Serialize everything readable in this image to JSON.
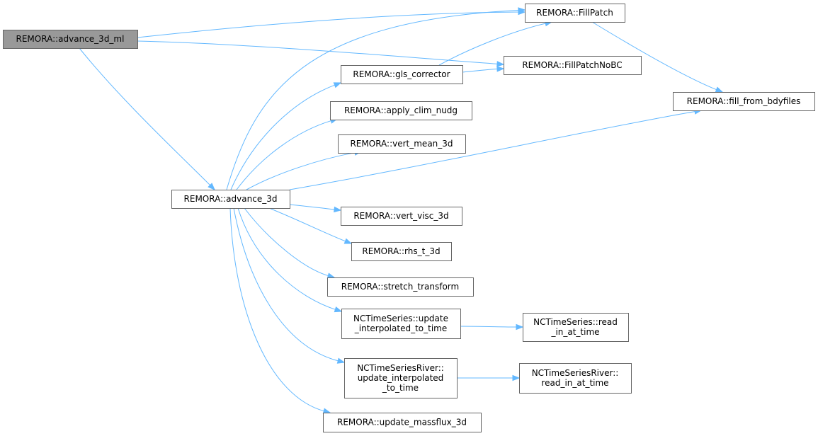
{
  "graph": {
    "nodes": [
      {
        "id": "advance_3d_ml",
        "lines": [
          "REMORA::advance_3d_ml"
        ],
        "root": true
      },
      {
        "id": "FillPatch",
        "lines": [
          "REMORA::FillPatch"
        ]
      },
      {
        "id": "FillPatchNoBC",
        "lines": [
          "REMORA::FillPatchNoBC"
        ]
      },
      {
        "id": "fill_from_bdyfiles",
        "lines": [
          "REMORA::fill_from_bdyfiles"
        ]
      },
      {
        "id": "gls_corrector",
        "lines": [
          "REMORA::gls_corrector"
        ]
      },
      {
        "id": "apply_clim_nudg",
        "lines": [
          "REMORA::apply_clim_nudg"
        ]
      },
      {
        "id": "vert_mean_3d",
        "lines": [
          "REMORA::vert_mean_3d"
        ]
      },
      {
        "id": "advance_3d",
        "lines": [
          "REMORA::advance_3d"
        ]
      },
      {
        "id": "vert_visc_3d",
        "lines": [
          "REMORA::vert_visc_3d"
        ]
      },
      {
        "id": "rhs_t_3d",
        "lines": [
          "REMORA::rhs_t_3d"
        ]
      },
      {
        "id": "stretch_transform",
        "lines": [
          "REMORA::stretch_transform"
        ]
      },
      {
        "id": "ncts_update",
        "lines": [
          "NCTimeSeries::update",
          "_interpolated_to_time"
        ]
      },
      {
        "id": "ncts_read",
        "lines": [
          "NCTimeSeries::read",
          "_in_at_time"
        ]
      },
      {
        "id": "nctsr_update",
        "lines": [
          "NCTimeSeriesRiver::",
          "update_interpolated",
          "_to_time"
        ]
      },
      {
        "id": "nctsr_read",
        "lines": [
          "NCTimeSeriesRiver::",
          "read_in_at_time"
        ]
      },
      {
        "id": "update_massflux_3d",
        "lines": [
          "REMORA::update_massflux_3d"
        ]
      }
    ],
    "edges": [
      {
        "from": "advance_3d_ml",
        "to": "FillPatch"
      },
      {
        "from": "advance_3d_ml",
        "to": "FillPatchNoBC"
      },
      {
        "from": "advance_3d_ml",
        "to": "advance_3d"
      },
      {
        "from": "FillPatch",
        "to": "fill_from_bdyfiles"
      },
      {
        "from": "gls_corrector",
        "to": "FillPatch"
      },
      {
        "from": "gls_corrector",
        "to": "FillPatchNoBC"
      },
      {
        "from": "advance_3d",
        "to": "FillPatch"
      },
      {
        "from": "advance_3d",
        "to": "gls_corrector"
      },
      {
        "from": "advance_3d",
        "to": "apply_clim_nudg"
      },
      {
        "from": "advance_3d",
        "to": "vert_mean_3d"
      },
      {
        "from": "advance_3d",
        "to": "fill_from_bdyfiles"
      },
      {
        "from": "advance_3d",
        "to": "vert_visc_3d"
      },
      {
        "from": "advance_3d",
        "to": "rhs_t_3d"
      },
      {
        "from": "advance_3d",
        "to": "stretch_transform"
      },
      {
        "from": "advance_3d",
        "to": "ncts_update"
      },
      {
        "from": "advance_3d",
        "to": "nctsr_update"
      },
      {
        "from": "advance_3d",
        "to": "update_massflux_3d"
      },
      {
        "from": "ncts_update",
        "to": "ncts_read"
      },
      {
        "from": "nctsr_update",
        "to": "nctsr_read"
      }
    ],
    "colors": {
      "edge": "#63b8ff",
      "node_border": "#666666",
      "node_fill": "#ffffff",
      "root_fill": "#999999",
      "text": "#000000"
    }
  }
}
